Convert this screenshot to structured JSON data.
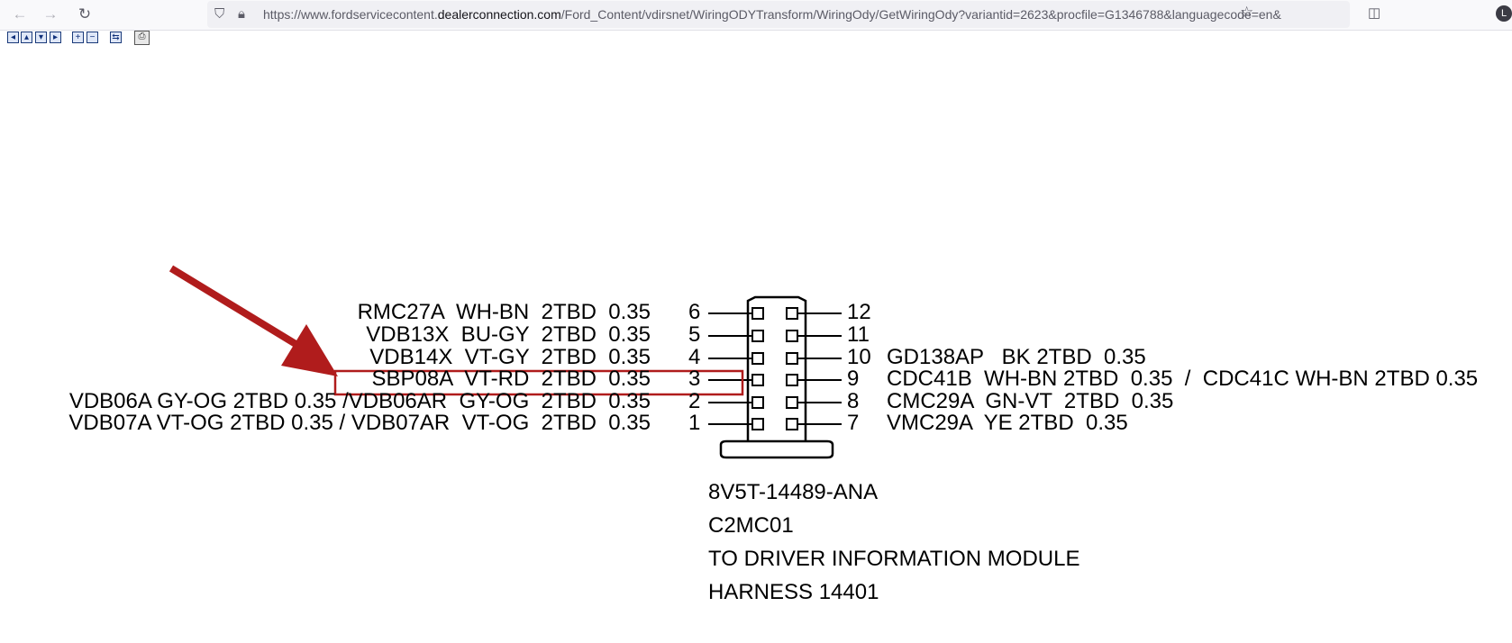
{
  "browser": {
    "url_prefix": "https://www.fordservicecontent.",
    "url_domain": "dealerconnection.com",
    "url_rest": "/Ford_Content/vdirsnet/WiringODYTransform/WiringOdy/GetWiringOdy?variantid=2623&procfile=G1346788&languagecode=en&countr",
    "back_icon": "arrow-left-icon",
    "forward_icon": "arrow-right-icon",
    "reload_icon": "reload-icon",
    "star_icon": "star-icon",
    "pocket_icon": "pocket-icon",
    "account_icon": "account-icon"
  },
  "toolbar": {
    "buttons": [
      "first-page-icon",
      "prev-page-icon",
      "next-page-icon",
      "last-page-icon",
      "zoom-in-icon",
      "zoom-out-icon",
      "fit-icon",
      "print-icon"
    ]
  },
  "connector": {
    "left_pins": [
      {
        "pin": "6",
        "label": "RMC27A  WH-BN  2TBD  0.35"
      },
      {
        "pin": "5",
        "label": "VDB13X  BU-GY  2TBD  0.35"
      },
      {
        "pin": "4",
        "label": "VDB14X  VT-GY  2TBD  0.35"
      },
      {
        "pin": "3",
        "label": "SBP08A  VT-RD  2TBD  0.35"
      },
      {
        "pin": "2",
        "label": "VDB06A GY-OG 2TBD 0.35 /VDB06AR  GY-OG  2TBD  0.35"
      },
      {
        "pin": "1",
        "label": "VDB07A VT-OG 2TBD 0.35 / VDB07AR  VT-OG  2TBD  0.35"
      }
    ],
    "right_pins": [
      {
        "pin": "12",
        "label": ""
      },
      {
        "pin": "11",
        "label": ""
      },
      {
        "pin": "10",
        "label": "GD138AP   BK 2TBD  0.35"
      },
      {
        "pin": "9",
        "label": "CDC41B  WH-BN 2TBD  0.35  /  CDC41C WH-BN 2TBD 0.35"
      },
      {
        "pin": "8",
        "label": "CMC29A  GN-VT  2TBD  0.35"
      },
      {
        "pin": "7",
        "label": "VMC29A  YE 2TBD  0.35"
      }
    ],
    "part_number": "8V5T-14489-ANA",
    "connector_id": "C2MC01",
    "description": "TO DRIVER INFORMATION MODULE",
    "harness": "HARNESS 14401",
    "highlight_color": "#b01c1c",
    "arrow_color": "#b01c1c"
  }
}
